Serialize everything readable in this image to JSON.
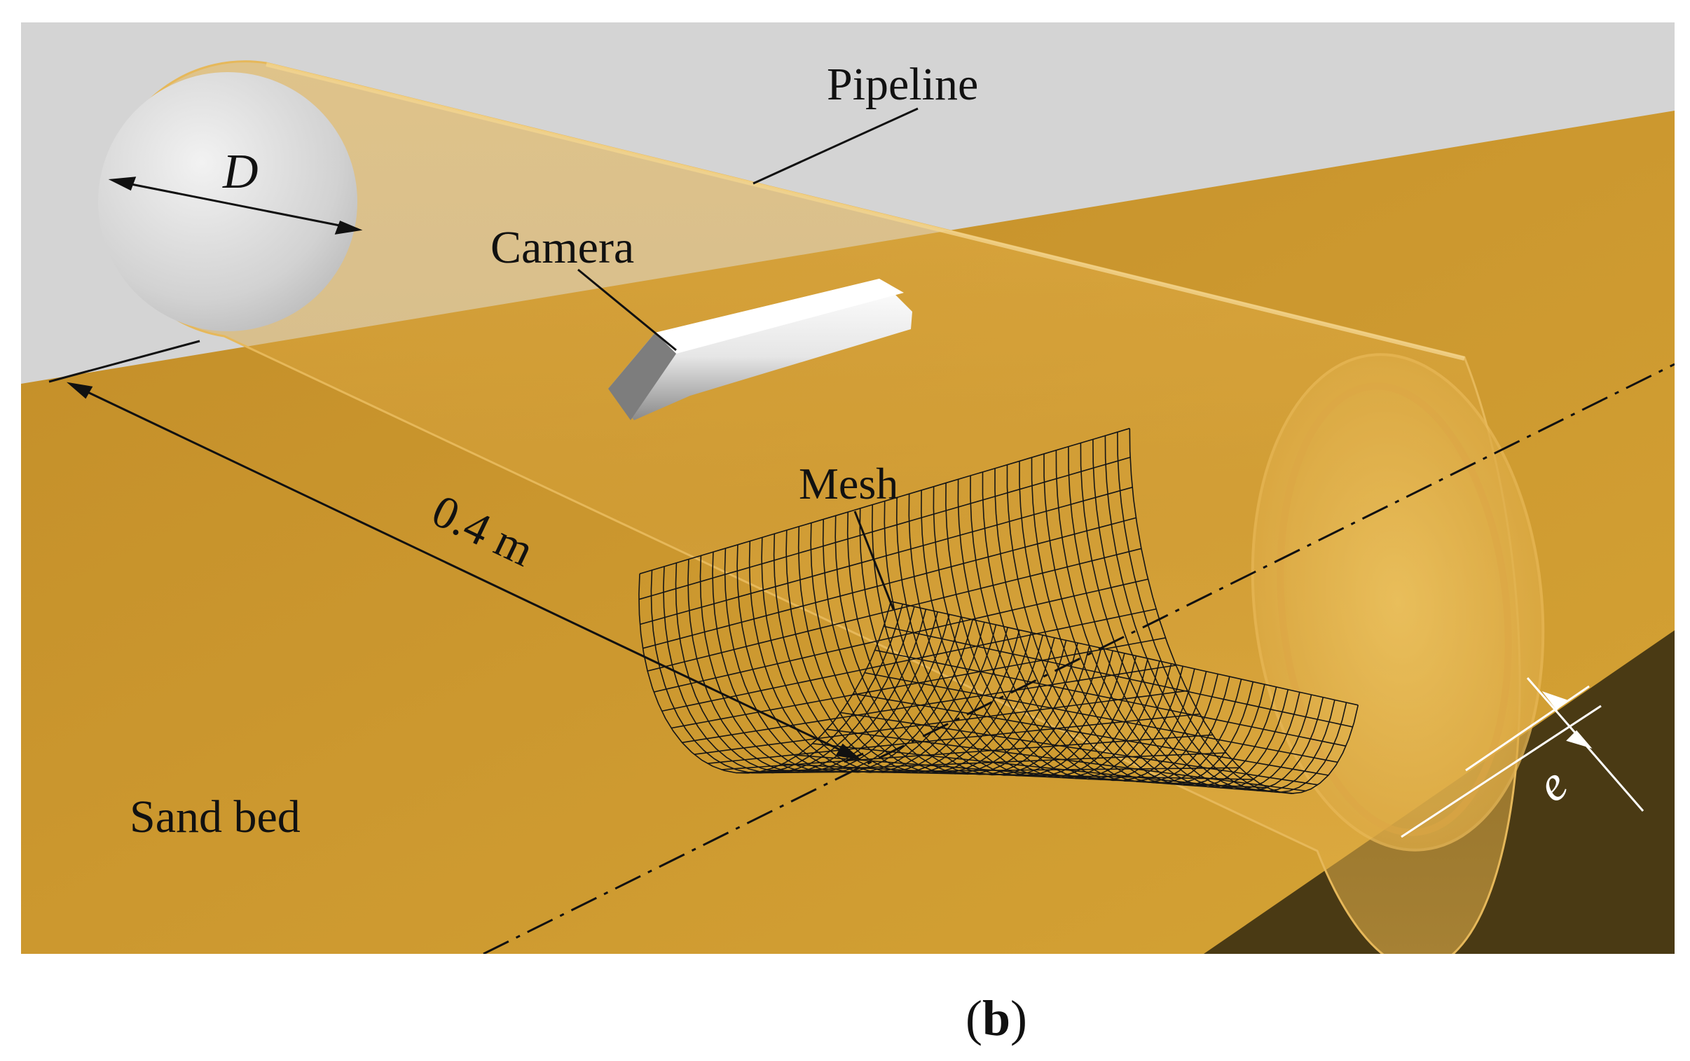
{
  "labels": {
    "pipeline": "Pipeline",
    "camera": "Camera",
    "mesh": "Mesh",
    "length": "0.4 m",
    "sand_bed": "Sand bed",
    "diameter": "D",
    "thickness": "e",
    "panel_open": "(",
    "panel_letter": "b",
    "panel_close": ")"
  },
  "colors": {
    "background_wall": "#d3d3d3",
    "sand": "#c9942a",
    "sand_dark": "#4a3a14",
    "pipe": "#d9a640",
    "end_cap": "#e0e0e0",
    "camera": "#f4f4f4",
    "lines": "#111111"
  },
  "mesh": {
    "rows": 24,
    "cols": 40
  }
}
